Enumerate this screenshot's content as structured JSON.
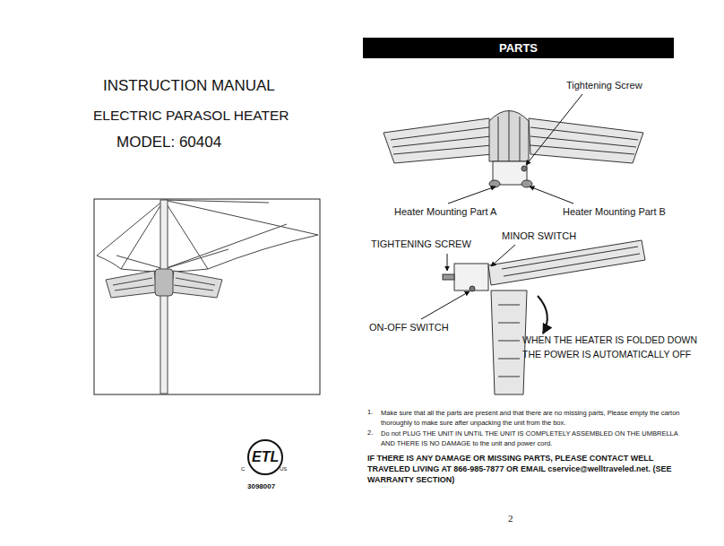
{
  "diagram": {
    "nodes": [
      {
        "text": [
          "PARTS"
        ]
      }
    ],
    "edges": [],
    "labels": [
      "INSTRUCTION MANUAL",
      "ELECTRIC PARASOL HEATER",
      "MODEL: 60404",
      "Tightening Screw",
      "Heater Mounting Part A",
      "Heater Mounting Part B",
      "TIGHTENING SCREW",
      "MINOR SWITCH",
      "ON-OFF SWITCH",
      "WHEN THE HEATER IS FOLDED DOWN THE POWER IS AUTOMATICALLY OFF",
      "1.",
      "Make sure that all the parts are present and that there are no missing parts, Please empty the carton thoroughly to make sure after unpacking the unit from the box.",
      "2.",
      "Do not PLUG THE UNIT IN UNTIL THE UNIT IS COMPLETELY ASSEMBLED ON THE UMBRELLA AND THERE IS NO DAMAGE to the unit and power cord.",
      "IF THERE IS ANY DAMAGE OR MISSING PARTS, PLEASE CONTACT WELL TRAVELED LIVING AT 866-985-7877 OR EMAIL cservice@welltraveled.net. (SEE WARRANTY SECTION)",
      "ETL",
      "C",
      "US",
      "3098007",
      "2"
    ]
  }
}
